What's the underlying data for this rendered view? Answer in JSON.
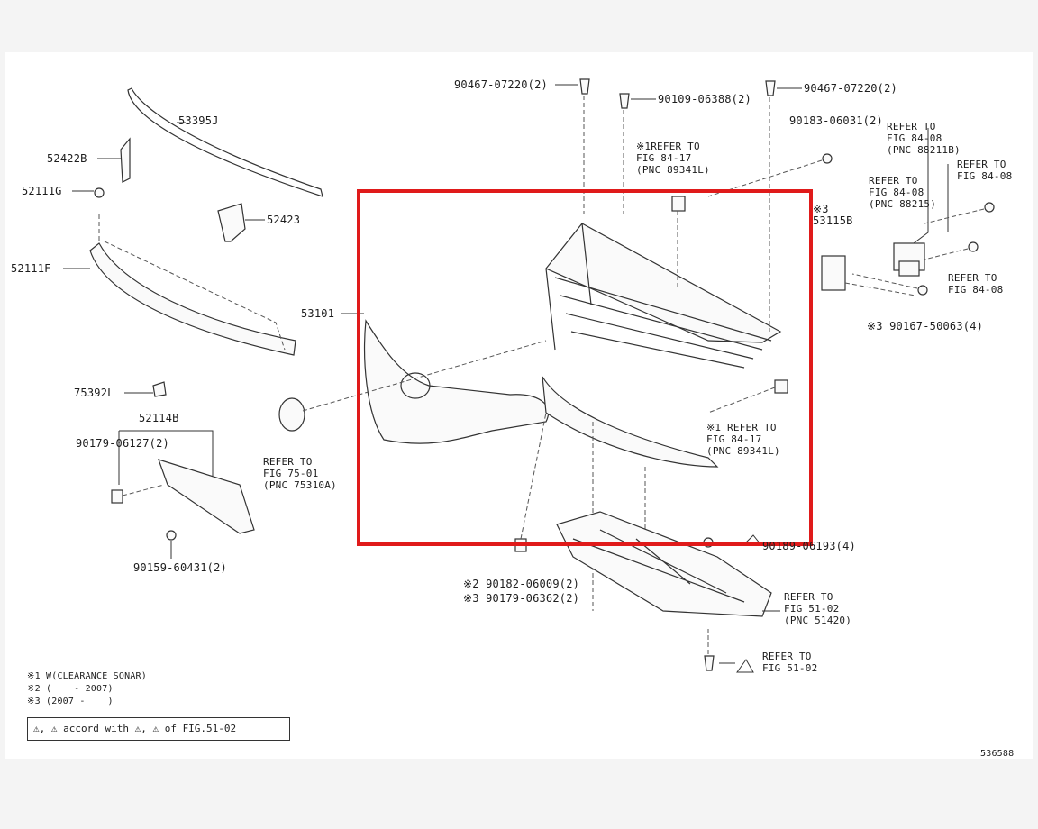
{
  "labels": {
    "p53395J": "53395J",
    "p52422B": "52422B",
    "p52111G": "52111G",
    "p52423": "52423",
    "p52111F": "52111F",
    "p53101": "53101",
    "p75392L": "75392L",
    "p52114B": "52114B",
    "p90179_06127": "90179-06127(2)",
    "p90159_60431": "90159-60431(2)",
    "p90467_a": "90467-07220(2)",
    "p90109": "90109-06388(2)",
    "p90467_b": "90467-07220(2)",
    "p90183": "90183-06031(2)",
    "ref_8417_top": "※1REFER TO\nFIG 84-17\n(PNC 89341L)",
    "ref_8408_a": "REFER TO\nFIG 84-08\n(PNC 88211B)",
    "ref_8408_b": "REFER TO\nFIG 84-08\n(PNC 88215)",
    "ref_8408_c": "REFER TO\nFIG 84-08",
    "ref_8408_d": "REFER TO\nFIG 84-08",
    "p53115B": "※3\n53115B",
    "p90167": "※3 90167-50063(4)",
    "ref_7501": "REFER TO\nFIG 75-01\n(PNC 75310A)",
    "ref_8417_bottom": "※1 REFER TO\nFIG 84-17\n(PNC 89341L)",
    "p90189": "90189-06193(4)",
    "p90182": "※2 90182-06009(2)",
    "p90179_06362": "※3 90179-06362(2)",
    "ref_5102_a": "REFER TO\nFIG 51-02\n(PNC 51420)",
    "ref_5102_b": "REFER TO\nFIG 51-02",
    "note1": "※1 W(CLEARANCE SONAR)",
    "note2": "※2 (    - 2007)",
    "note3": "※3 (2007 -    )",
    "legend": "⚠, ⚠  accord with ⚠, ⚠ of FIG.51-02",
    "diagram_id": "536588"
  }
}
